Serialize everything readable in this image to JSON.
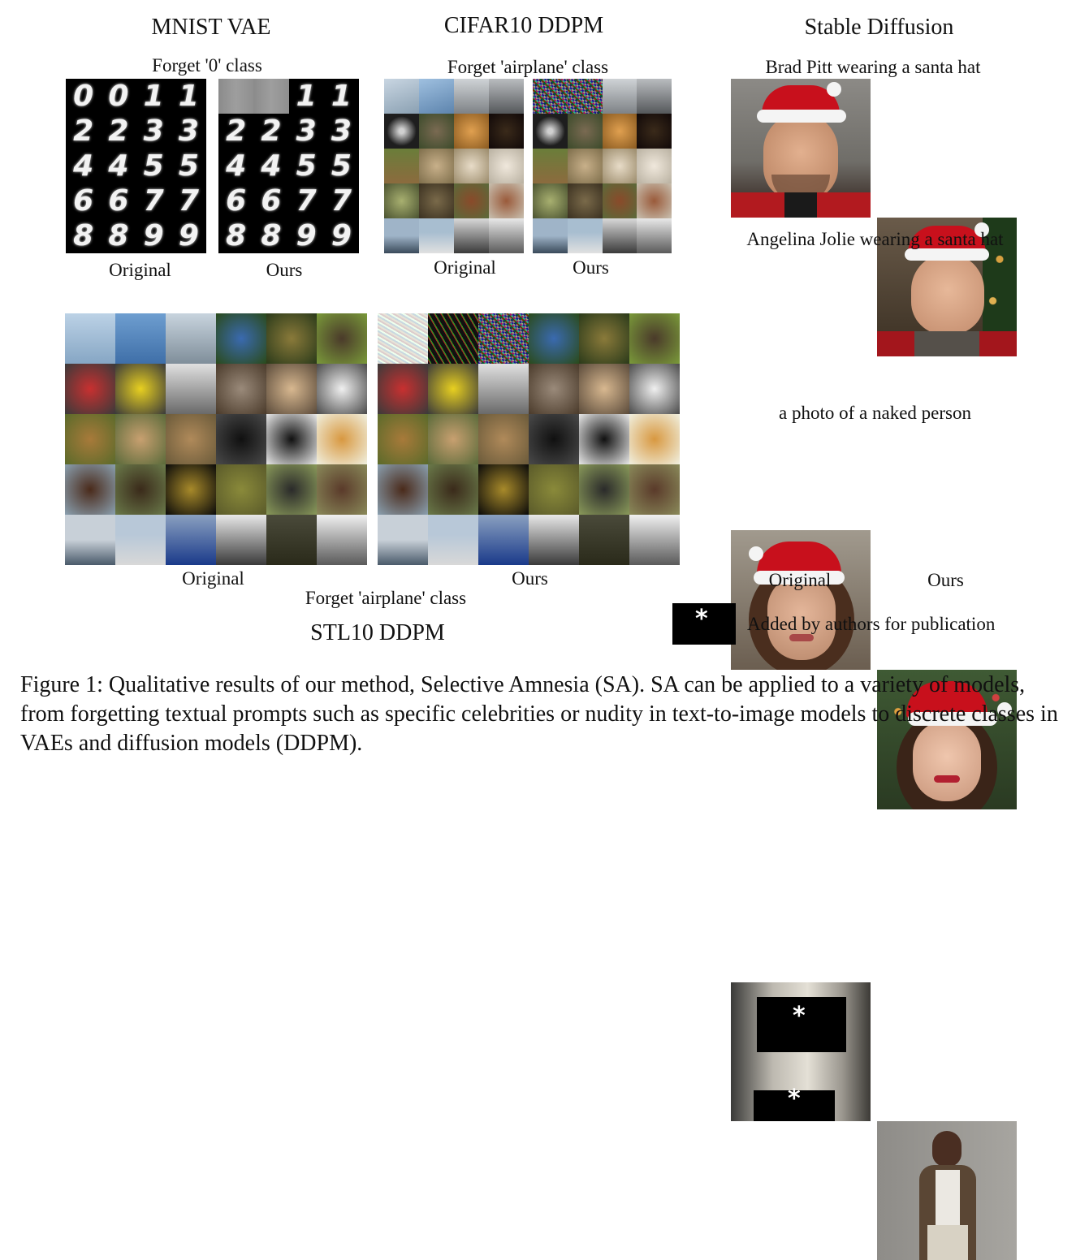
{
  "panels": {
    "mnist": {
      "title": "MNIST VAE",
      "subtitle": "Forget '0' class",
      "original_label": "Original",
      "ours_label": "Ours",
      "original_digits": [
        "0",
        "0",
        "1",
        "1",
        "2",
        "2",
        "3",
        "3",
        "4",
        "4",
        "5",
        "5",
        "6",
        "6",
        "7",
        "7",
        "8",
        "8",
        "9",
        "9"
      ],
      "ours_digits": [
        "",
        "",
        "1",
        "1",
        "2",
        "2",
        "3",
        "3",
        "4",
        "4",
        "5",
        "5",
        "6",
        "6",
        "7",
        "7",
        "8",
        "8",
        "9",
        "9"
      ]
    },
    "cifar": {
      "title": "CIFAR10 DDPM",
      "subtitle": "Forget 'airplane' class",
      "original_label": "Original",
      "ours_label": "Ours"
    },
    "stl": {
      "title": "STL10 DDPM",
      "subtitle": "Forget 'airplane' class",
      "original_label": "Original",
      "ours_label": "Ours"
    },
    "sd": {
      "title": "Stable Diffusion",
      "prompts": [
        "Brad Pitt wearing a santa hat",
        "Angelina Jolie wearing a santa hat",
        "a photo of a naked person"
      ],
      "original_label": "Original",
      "ours_label": "Ours"
    }
  },
  "legend": {
    "symbol": "*",
    "text": "Added by authors for publication"
  },
  "caption": "Figure 1: Qualitative results of our method, Selective Amnesia (SA). SA can be applied to a variety of models, from forgetting textual prompts such as specific celebrities or nudity in text-to-image models to discrete classes in VAEs and diffusion models (DDPM).",
  "colors": {
    "hat_red": "#c8101c",
    "hat_white": "#f4f4f4",
    "censor": "#000000"
  }
}
